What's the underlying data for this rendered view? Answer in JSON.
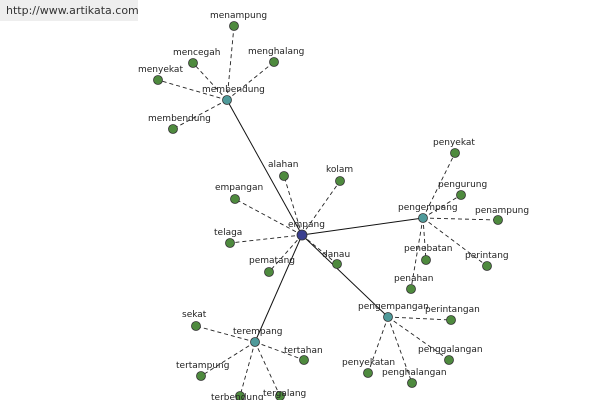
{
  "watermark": "http://www.artikata.com",
  "colors": {
    "center": "#3a3f8f",
    "hub": "#4f9a9a",
    "leaf": "#4e8a3e",
    "node_stroke": "#333333",
    "solid_edge": "#111111",
    "dashed_edge": "#222222"
  },
  "graph": {
    "center": {
      "label": "empang"
    },
    "hubs": [
      {
        "label": "membendung",
        "items": [
          "menampung",
          "mencegah",
          "menghalang",
          "menyekat",
          "membendung"
        ]
      },
      {
        "label": "pengempang",
        "items": [
          "penyekat",
          "pengurung",
          "penampung",
          "penebatan",
          "perintang",
          "penahan"
        ]
      },
      {
        "label": "pengempangan",
        "items": [
          "perintangan",
          "penggalangan",
          "penghalangan",
          "penyekatan"
        ]
      },
      {
        "label": "terempang",
        "items": [
          "sekat",
          "tertahan",
          "tertampung",
          "terbendung",
          "tergalang"
        ]
      }
    ],
    "center_items": [
      "alahan",
      "kolam",
      "empangan",
      "telaga",
      "danau",
      "pematang"
    ]
  }
}
